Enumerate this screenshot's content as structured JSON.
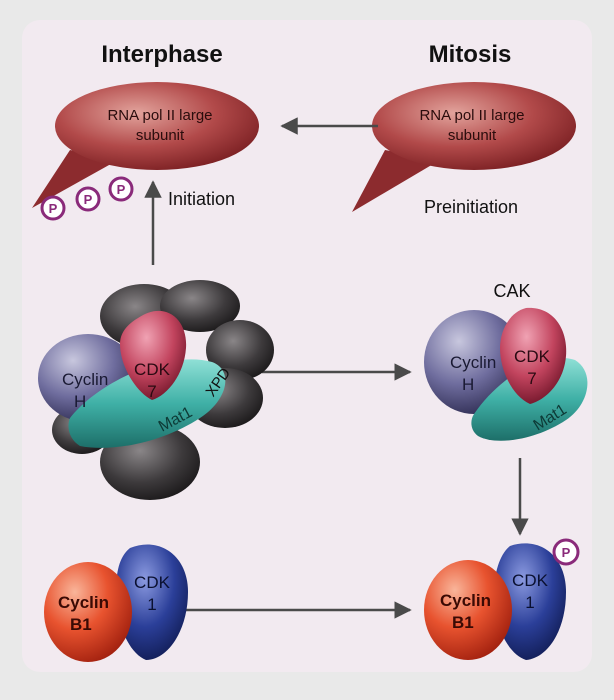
{
  "headings": {
    "interphase": "Interphase",
    "mitosis": "Mitosis"
  },
  "processes": {
    "initiation": "Initiation",
    "preinitiation": "Preinitiation"
  },
  "rna_pol": {
    "line1": "RNA pol II large",
    "line2": "subunit"
  },
  "phospho": {
    "symbol": "P"
  },
  "complexes": {
    "cak_label": "CAK",
    "cyclin_h_line1": "Cyclin",
    "cyclin_h_line2": "H",
    "cdk7_line1": "CDK",
    "cdk7_line2": "7",
    "mat1": "Mat1",
    "xpd": "XPD",
    "cyclin_b1_line1": "Cyclin",
    "cyclin_b1_line2": "B1",
    "cdk1_line1": "CDK",
    "cdk1_line2": "1"
  },
  "colors": {
    "panel_bg": "#f2eaf0",
    "rna_pol": "#b24a4a",
    "phospho_ring": "#8a2a7a",
    "cyclin_h": "#6f6d9e",
    "cdk7": "#c2445e",
    "mat1": "#3fb0a6",
    "tfiih_core": "#3d3a3c",
    "cyclin_b1": "#e8532f",
    "cdk1": "#2b3f99",
    "arrow": "#4a4a4a"
  }
}
